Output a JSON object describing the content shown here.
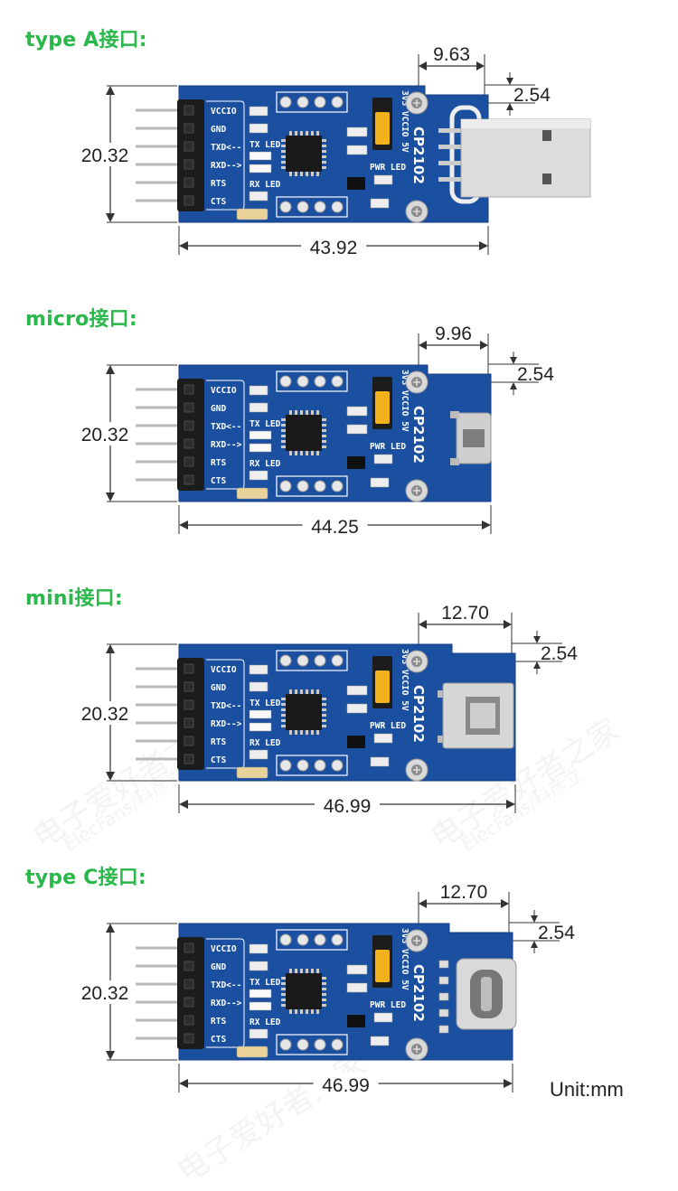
{
  "sections": [
    {
      "title": "type A接口:",
      "width_dim": "43.92",
      "height_dim": "20.32",
      "connector_dim": "9.63",
      "offset_dim": "2.54",
      "connector": "usb-a"
    },
    {
      "title": "micro接口:",
      "width_dim": "44.25",
      "height_dim": "20.32",
      "connector_dim": "9.96",
      "offset_dim": "2.54",
      "connector": "micro-usb"
    },
    {
      "title": "mini接口:",
      "width_dim": "46.99",
      "height_dim": "20.32",
      "connector_dim": "12.70",
      "offset_dim": "2.54",
      "connector": "mini-usb"
    },
    {
      "title": "type C接口:",
      "width_dim": "46.99",
      "height_dim": "20.32",
      "connector_dim": "12.70",
      "offset_dim": "2.54",
      "connector": "usb-c"
    }
  ],
  "board": {
    "chip_label": "CP2102",
    "pins": [
      "VCCIO",
      "GND",
      "TXD<--",
      "RXD-->",
      "RTS",
      "CTS"
    ],
    "tx_led": "TX LED",
    "rx_led": "RX LED",
    "pwr_led": "PWR LED",
    "jumper_label": "3V3 VCCIO 5V"
  },
  "unit_label": "Unit:mm",
  "watermark": {
    "main": "电子爱好者之家",
    "sub": "ElecFans/科彦立"
  },
  "colors": {
    "title": "#2ab84a",
    "pcb": "#1b4fa0",
    "header": "#1c1c1c",
    "jumper": "#f2b21b"
  }
}
